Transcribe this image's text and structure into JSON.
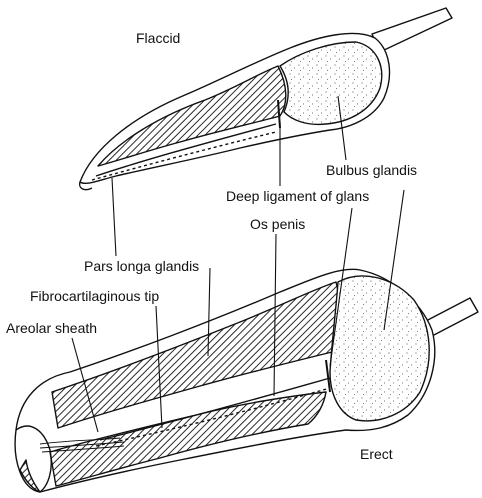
{
  "labels": {
    "flaccid": "Flaccid",
    "bulbus_glandis": "Bulbus glandis",
    "deep_ligament": "Deep ligament of glans",
    "os_penis": "Os penis",
    "pars_longa": "Pars longa glandis",
    "fibrocartilaginous_tip": "Fibrocartilaginous tip",
    "areolar_sheath": "Areolar sheath",
    "erect": "Erect"
  },
  "colors": {
    "ink": "#111111",
    "fill": "#ffffff"
  }
}
